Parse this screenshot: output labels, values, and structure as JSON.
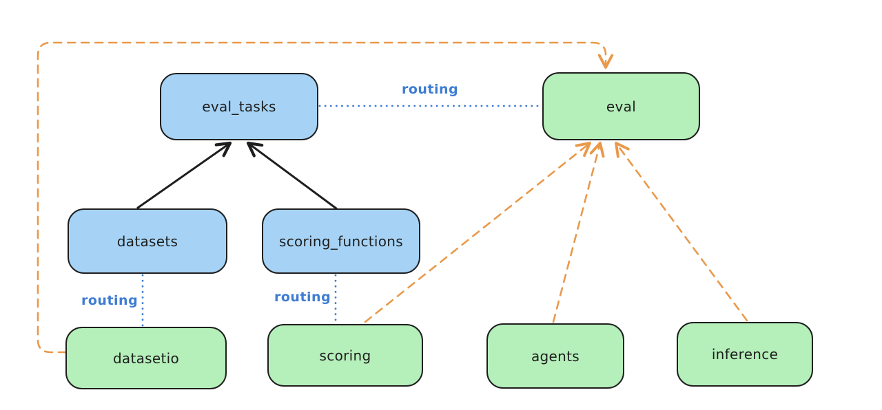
{
  "diagram": {
    "background": "#ffffff",
    "colors": {
      "node_blue_fill": "#a6d3f5",
      "node_green_fill": "#b5efba",
      "node_border": "#1e1e1e",
      "routing_blue": "#3d7cd3",
      "orange_dashed": "#e9994a",
      "black_arrow": "#1e1e1e"
    },
    "nodes": {
      "eval_tasks": {
        "label": "eval_tasks",
        "color": "blue"
      },
      "eval": {
        "label": "eval",
        "color": "green"
      },
      "datasets": {
        "label": "datasets",
        "color": "blue"
      },
      "scoring_functions": {
        "label": "scoring_functions",
        "color": "blue"
      },
      "datasetio": {
        "label": "datasetio",
        "color": "green"
      },
      "scoring": {
        "label": "scoring",
        "color": "green"
      },
      "agents": {
        "label": "agents",
        "color": "green"
      },
      "inference": {
        "label": "inference",
        "color": "green"
      }
    },
    "edge_labels": {
      "routing_top": "routing",
      "routing_datasets": "routing",
      "routing_scoring": "routing"
    },
    "edges": [
      {
        "from": "datasets",
        "to": "eval_tasks",
        "style": "solid-black-arrow"
      },
      {
        "from": "scoring_functions",
        "to": "eval_tasks",
        "style": "solid-black-arrow"
      },
      {
        "from": "eval_tasks",
        "to": "eval",
        "style": "dotted-blue",
        "label": "routing"
      },
      {
        "from": "datasets",
        "to": "datasetio",
        "style": "dotted-blue",
        "label": "routing"
      },
      {
        "from": "scoring_functions",
        "to": "scoring",
        "style": "dotted-blue",
        "label": "routing"
      },
      {
        "from": "datasetio",
        "to": "eval",
        "style": "dashed-orange-arrow"
      },
      {
        "from": "scoring",
        "to": "eval",
        "style": "dashed-orange-arrow"
      },
      {
        "from": "agents",
        "to": "eval",
        "style": "dashed-orange-arrow"
      },
      {
        "from": "inference",
        "to": "eval",
        "style": "dashed-orange-arrow"
      }
    ]
  }
}
